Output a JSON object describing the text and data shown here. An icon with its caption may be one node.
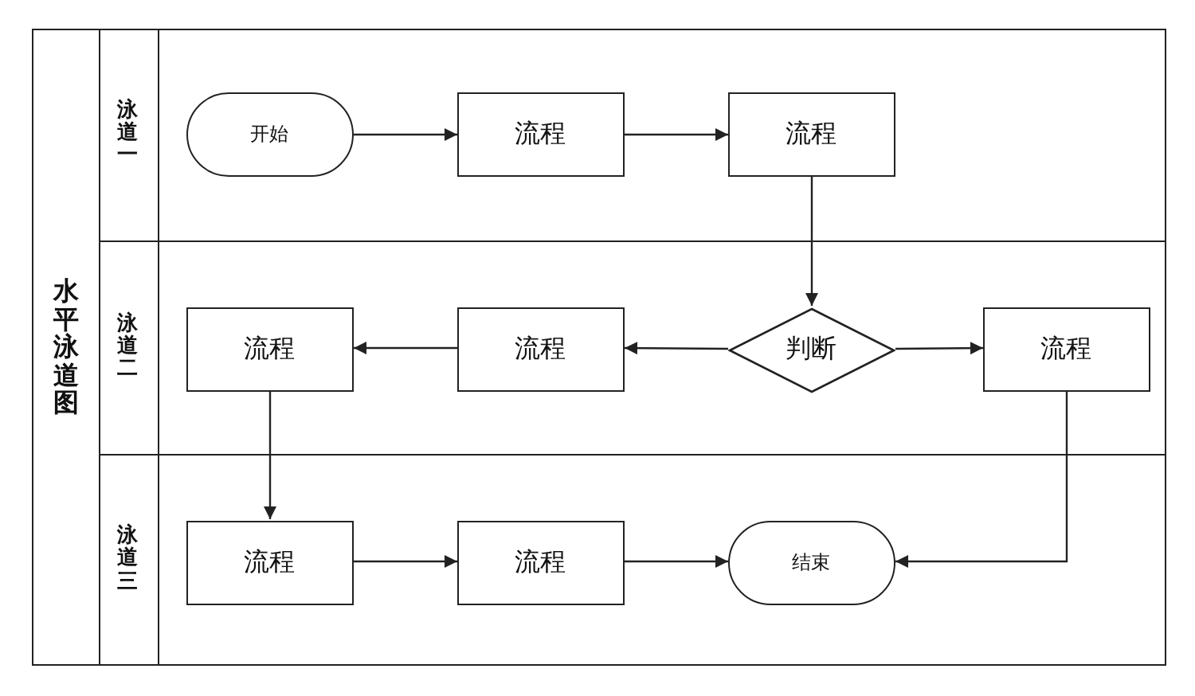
{
  "diagram": {
    "nodes": [
      {
        "text": [
          "水平泳道图"
        ]
      },
      {
        "text": [
          "泳道一"
        ],
        "in": 0
      },
      {
        "text": [
          "泳道二"
        ],
        "in": 0
      },
      {
        "text": [
          "泳道三"
        ],
        "in": 0
      },
      {
        "text": [
          "开始"
        ],
        "in": 1
      },
      {
        "text": [
          "流程"
        ],
        "in": 1
      },
      {
        "text": [
          "流程"
        ],
        "in": 1
      },
      {
        "text": [
          "判断"
        ],
        "in": 2
      },
      {
        "text": [
          "流程"
        ],
        "in": 2
      },
      {
        "text": [
          "流程"
        ],
        "in": 2
      },
      {
        "text": [
          "流程"
        ],
        "in": 2
      },
      {
        "text": [
          "流程"
        ],
        "in": 3
      },
      {
        "text": [
          "流程"
        ],
        "in": 3
      },
      {
        "text": [
          "结束"
        ],
        "in": 3
      }
    ],
    "edges": [
      {
        "from": 4,
        "to": 5,
        "arrow": "to"
      },
      {
        "from": 5,
        "to": 6,
        "arrow": "to"
      },
      {
        "from": 6,
        "to": 7,
        "arrow": "to"
      },
      {
        "from": 7,
        "to": 8,
        "arrow": "to"
      },
      {
        "from": 8,
        "to": 9,
        "arrow": "to"
      },
      {
        "from": 7,
        "to": 10,
        "arrow": "to"
      },
      {
        "from": 9,
        "to": 11,
        "arrow": "to"
      },
      {
        "from": 11,
        "to": 12,
        "arrow": "to"
      },
      {
        "from": 12,
        "to": 13,
        "arrow": "to"
      },
      {
        "from": 10,
        "to": 13,
        "arrow": "to"
      }
    ]
  }
}
